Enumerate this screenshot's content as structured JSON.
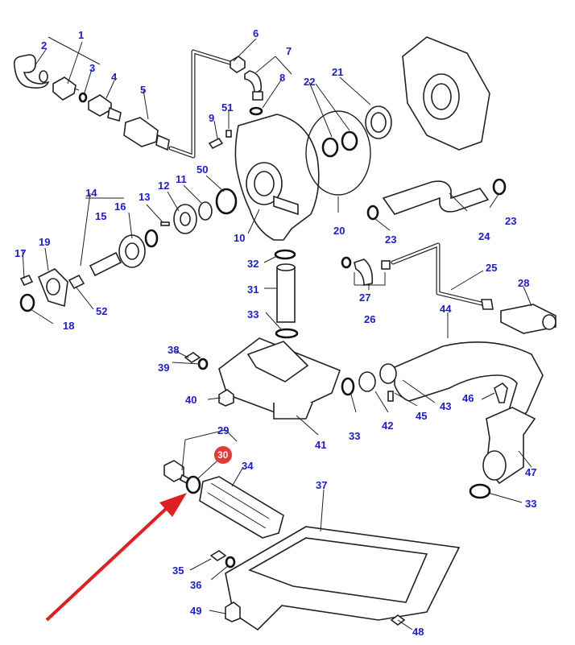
{
  "diagram": {
    "type": "exploded parts diagram",
    "highlight_color": "#e53935",
    "label_color": "#1c1cd0",
    "arrow_color": "#e02020",
    "highlighted_part": "30",
    "callouts": [
      {
        "id": "c1",
        "text": "1"
      },
      {
        "id": "c2",
        "text": "2"
      },
      {
        "id": "c3",
        "text": "3"
      },
      {
        "id": "c4",
        "text": "4"
      },
      {
        "id": "c5",
        "text": "5"
      },
      {
        "id": "c6",
        "text": "6"
      },
      {
        "id": "c7",
        "text": "7"
      },
      {
        "id": "c8",
        "text": "8"
      },
      {
        "id": "c9",
        "text": "9"
      },
      {
        "id": "c51",
        "text": "51"
      },
      {
        "id": "c22",
        "text": "22"
      },
      {
        "id": "c21",
        "text": "21"
      },
      {
        "id": "c14",
        "text": "14"
      },
      {
        "id": "c13",
        "text": "13"
      },
      {
        "id": "c12",
        "text": "12"
      },
      {
        "id": "c11",
        "text": "11"
      },
      {
        "id": "c50",
        "text": "50"
      },
      {
        "id": "c15",
        "text": "15"
      },
      {
        "id": "c16",
        "text": "16"
      },
      {
        "id": "c10",
        "text": "10"
      },
      {
        "id": "c20",
        "text": "20"
      },
      {
        "id": "c23a",
        "text": "23"
      },
      {
        "id": "c23b",
        "text": "23"
      },
      {
        "id": "c24",
        "text": "24"
      },
      {
        "id": "c17",
        "text": "17"
      },
      {
        "id": "c19",
        "text": "19"
      },
      {
        "id": "c52",
        "text": "52"
      },
      {
        "id": "c18",
        "text": "18"
      },
      {
        "id": "c32",
        "text": "32"
      },
      {
        "id": "c31",
        "text": "31"
      },
      {
        "id": "c33a",
        "text": "33"
      },
      {
        "id": "c25",
        "text": "25"
      },
      {
        "id": "c27",
        "text": "27"
      },
      {
        "id": "c26",
        "text": "26"
      },
      {
        "id": "c28",
        "text": "28"
      },
      {
        "id": "c44",
        "text": "44"
      },
      {
        "id": "c38",
        "text": "38"
      },
      {
        "id": "c39",
        "text": "39"
      },
      {
        "id": "c40",
        "text": "40"
      },
      {
        "id": "c33b",
        "text": "33"
      },
      {
        "id": "c42",
        "text": "42"
      },
      {
        "id": "c45",
        "text": "45"
      },
      {
        "id": "c43",
        "text": "43"
      },
      {
        "id": "c46",
        "text": "46"
      },
      {
        "id": "c41",
        "text": "41"
      },
      {
        "id": "c29",
        "text": "29"
      },
      {
        "id": "c30",
        "text": "30"
      },
      {
        "id": "c34",
        "text": "34"
      },
      {
        "id": "c47",
        "text": "47"
      },
      {
        "id": "c33c",
        "text": "33"
      },
      {
        "id": "c37",
        "text": "37"
      },
      {
        "id": "c35",
        "text": "35"
      },
      {
        "id": "c36",
        "text": "36"
      },
      {
        "id": "c49",
        "text": "49"
      },
      {
        "id": "c48",
        "text": "48"
      }
    ]
  }
}
